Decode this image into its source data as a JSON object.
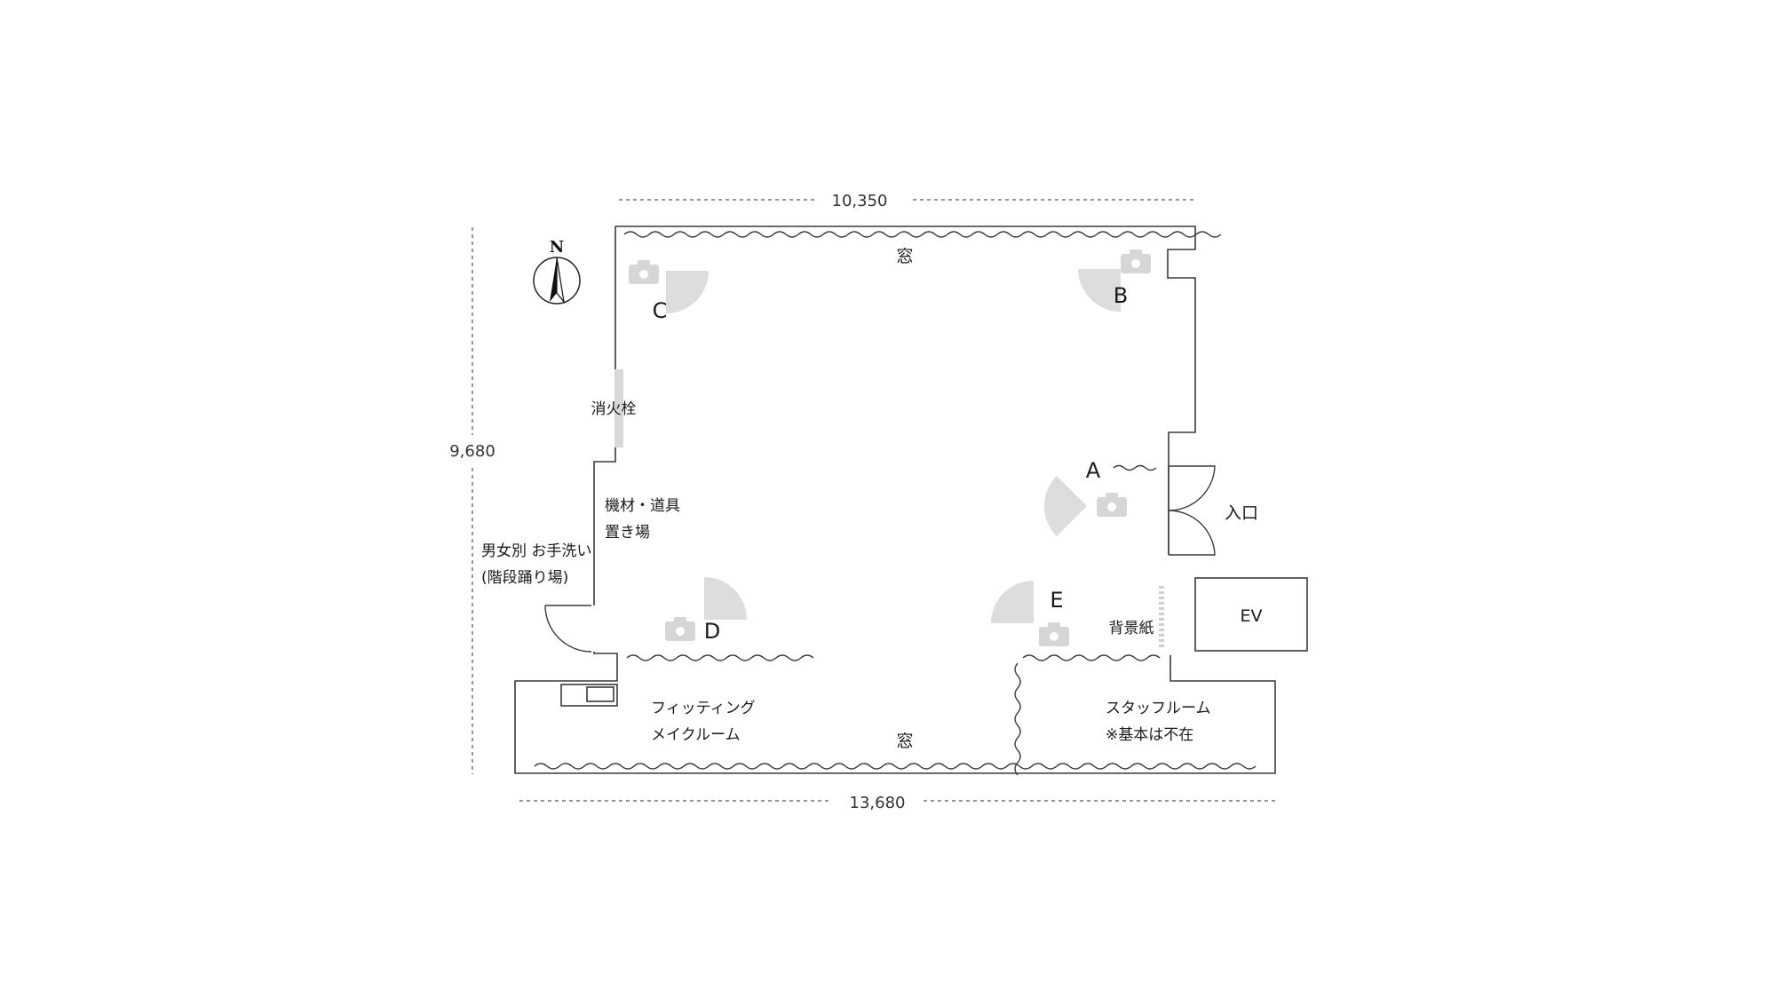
{
  "dimensions": {
    "top_width": "10,350",
    "bottom_width": "13,680",
    "height": "9,680"
  },
  "compass": {
    "label": "N"
  },
  "rooms": {
    "window_top": "窓",
    "window_bottom": "窓",
    "hydrant": "消火栓",
    "equipment_line1": "機材・道具",
    "equipment_line2": "置き場",
    "restroom_line1": "男女別 お手洗い",
    "restroom_line2": "(階段踊り場)",
    "fitting_line1": "フィッティング",
    "fitting_line2": "メイクルーム",
    "staff_line1": "スタッフルーム",
    "staff_line2": "※基本は不在",
    "entrance": "入口",
    "elevator": "EV",
    "backdrop": "背景紙"
  },
  "camera_positions": [
    {
      "id": "A",
      "label": "A"
    },
    {
      "id": "B",
      "label": "B"
    },
    {
      "id": "C",
      "label": "C"
    },
    {
      "id": "D",
      "label": "D"
    },
    {
      "id": "E",
      "label": "E"
    }
  ],
  "icons": {
    "camera": "camera-icon",
    "compass": "compass-icon",
    "door": "door-icon",
    "sink": "sink-icon"
  },
  "colors": {
    "wall": "#3a3a3a",
    "camera": "#d6d6d6",
    "field_of_view": "#dddddd",
    "background": "#ffffff"
  }
}
